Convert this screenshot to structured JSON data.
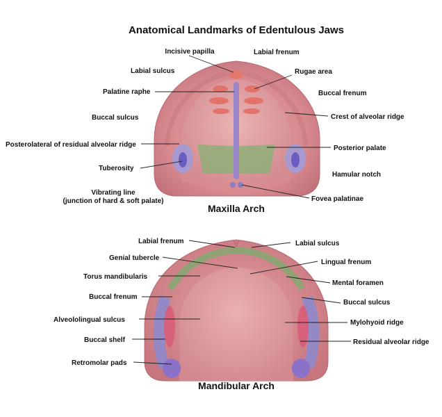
{
  "title": "Anatomical Landmarks of Edentulous Jaws",
  "maxilla": {
    "caption": "Maxilla Arch",
    "labels": {
      "incisive_papilla": "Incisive papilla",
      "labial_frenum": "Labial frenum",
      "labial_sulcus": "Labial sulcus",
      "rugae_area": "Rugae area",
      "palatine_raphe": "Palatine raphe",
      "buccal_frenum": "Buccal frenum",
      "buccal_sulcus": "Buccal sulcus",
      "crest_alveolar_ridge": "Crest of alveolar ridge",
      "posterolateral_ridge": "Posterolateral of residual alveolar ridge",
      "posterior_palate": "Posterior palate",
      "tuberosity": "Tuberosity",
      "hamular_notch": "Hamular notch",
      "vibrating_line_1": "Vibrating line",
      "vibrating_line_2": "(junction of hard & soft palate)",
      "fovea_palatinae": "Fovea palatinae"
    }
  },
  "mandible": {
    "caption": "Mandibular Arch",
    "labels": {
      "labial_frenum": "Labial frenum",
      "labial_sulcus": "Labial sulcus",
      "genial_tubercle": "Genial tubercle",
      "lingual_frenum": "Lingual frenum",
      "torus_mandibularis": "Torus mandibularis",
      "mental_foramen": "Mental foramen",
      "buccal_frenum": "Buccal frenum",
      "buccal_sulcus": "Buccal sulcus",
      "alveololingual_sulcus": "Alveololingual sulcus",
      "mylohyoid_ridge": "Mylohyoid ridge",
      "buccal_shelf": "Buccal shelf",
      "residual_alveolar_ridge": "Residual alveolar ridge",
      "retromolar_pads": "Retromolar pads"
    }
  },
  "colors": {
    "tissue": "#d87f86",
    "tissue_light": "#e8a3a6",
    "tissue_dark": "#b8646c",
    "rugae": "#e2736b",
    "raphe": "#9a86c8",
    "posterior_palate": "#8fae78",
    "tuberosity": "#8a7cc4",
    "tuberosity_core": "#6a5cc0",
    "lingual_band": "#7faa6e",
    "buccal_band": "#8a8ad0",
    "mylohyoid": "#d85a78",
    "retromolar": "#8a72c8"
  }
}
